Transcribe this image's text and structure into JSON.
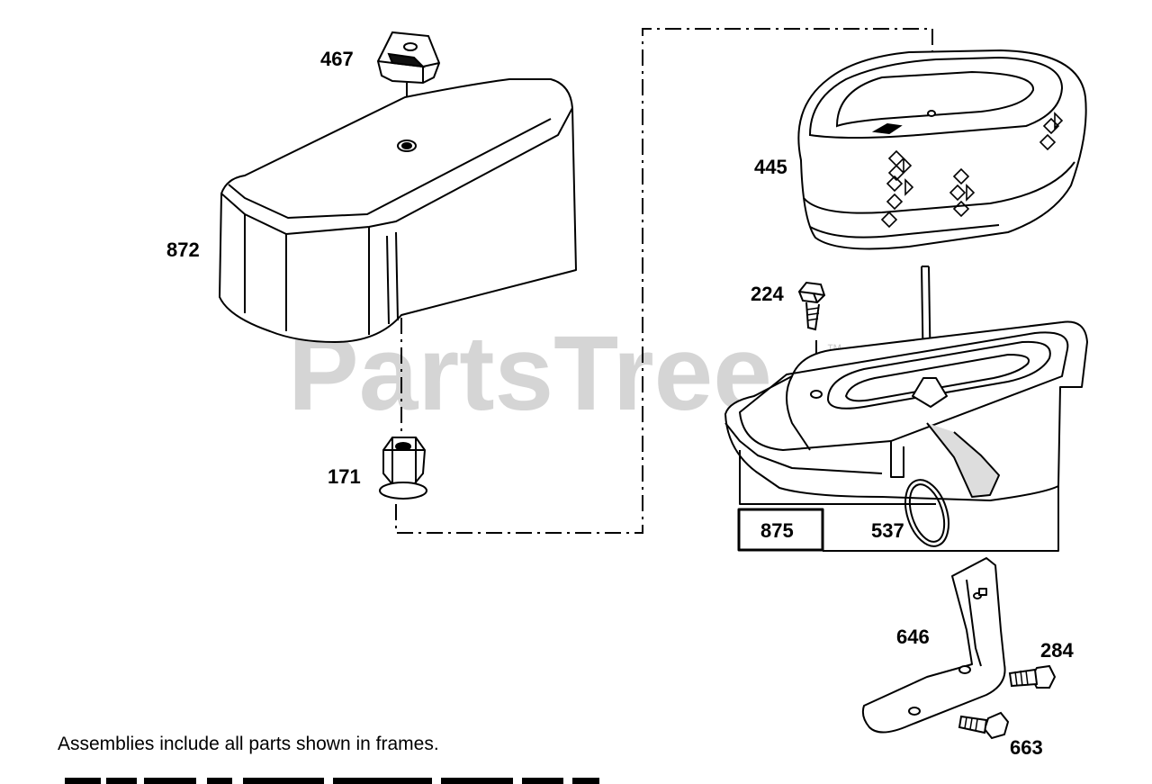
{
  "watermark": {
    "text": "PartsTree",
    "tm": "™"
  },
  "parts": {
    "p467": "467",
    "p872": "872",
    "p171": "171",
    "p445": "445",
    "p224": "224",
    "p875": "875",
    "p537": "537",
    "p646": "646",
    "p284": "284",
    "p663": "663"
  },
  "note": "Assemblies include all parts shown in frames."
}
